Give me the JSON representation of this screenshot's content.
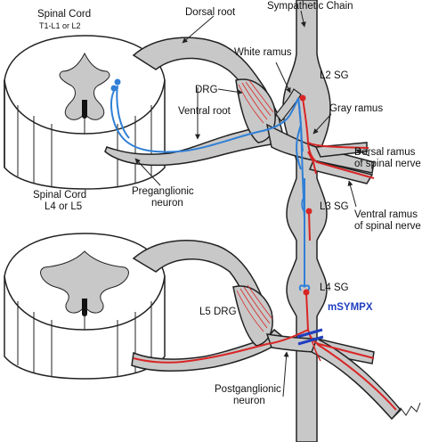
{
  "labels": {
    "sympathetic_chain": "Sympathetic Chain",
    "spinal_cord_top_line1": "Spinal Cord",
    "spinal_cord_top_line2": "T1-L1 or L2",
    "dorsal_root": "Dorsal root",
    "white_ramus": "White ramus",
    "drg": "DRG",
    "l2_sg": "L2 SG",
    "ventral_root": "Ventral root",
    "gray_ramus": "Gray ramus",
    "spinal_cord_bottom_line1": "Spinal Cord",
    "spinal_cord_bottom_line2": "L4 or L5",
    "preganglionic_line1": "Preganglionic",
    "preganglionic_line2": "neuron",
    "dorsal_ramus_line1": "Dorsal ramus",
    "dorsal_ramus_line2": "of spinal nerve",
    "l3_sg": "L3 SG",
    "ventral_ramus_line1": "Ventral ramus",
    "ventral_ramus_line2": "of spinal nerve",
    "l4_sg": "L4 SG",
    "msympx": "mSYMPX",
    "l5_drg": "L5 DRG",
    "postganglionic_line1": "Postganglionic",
    "postganglionic_line2": "neuron"
  },
  "colors": {
    "nerve_fill": "#c8c8c8",
    "outline": "#222222",
    "preganglionic": "#2f7fd6",
    "postganglionic": "#d92525",
    "msympx_label": "#1f3fbf"
  }
}
